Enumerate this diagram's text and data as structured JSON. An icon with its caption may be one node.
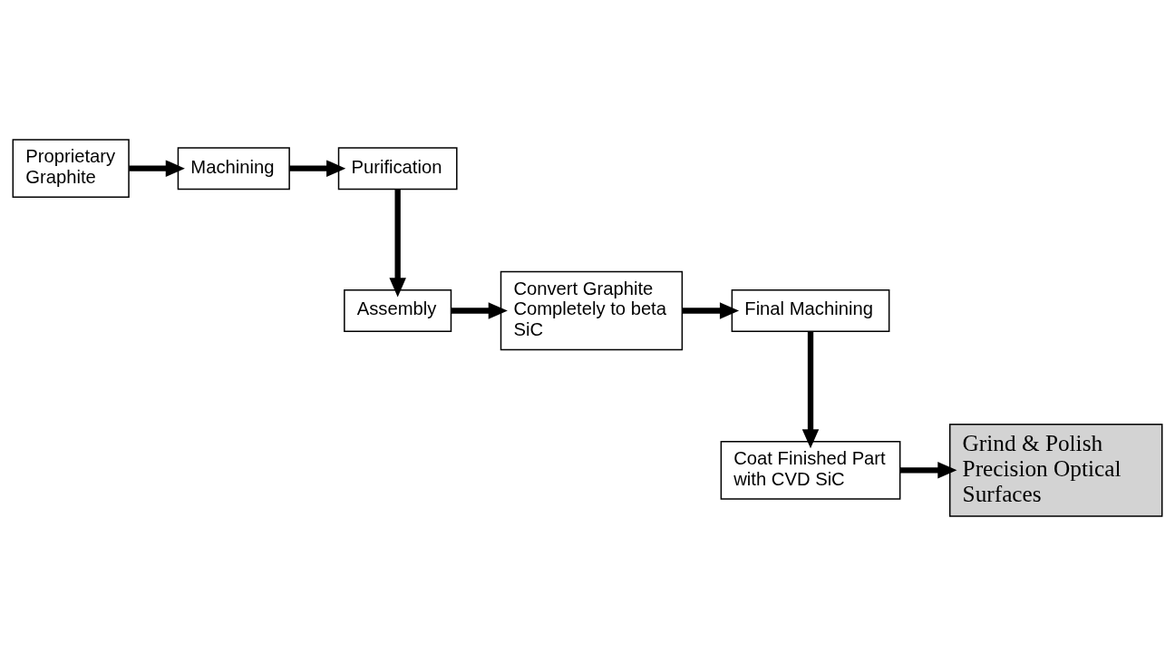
{
  "diagram": {
    "nodes": [
      {
        "text": [
          "Proprietary Graphite"
        ]
      },
      {
        "text": [
          "Machining"
        ]
      },
      {
        "text": [
          "Purification"
        ]
      },
      {
        "text": [
          "Assembly"
        ]
      },
      {
        "text": [
          "Convert Graphite Completely to beta SiC"
        ]
      },
      {
        "text": [
          "Final Machining"
        ]
      },
      {
        "text": [
          "Coat Finished Part with CVD SiC"
        ]
      },
      {
        "text": [
          "Grind & Polish Precision Optical Surfaces"
        ]
      }
    ],
    "edges": [
      {
        "from": 0,
        "to": 1,
        "arrow": "to"
      },
      {
        "from": 1,
        "to": 2,
        "arrow": "to"
      },
      {
        "from": 2,
        "to": 3,
        "arrow": "to"
      },
      {
        "from": 3,
        "to": 4,
        "arrow": "to"
      },
      {
        "from": 4,
        "to": 5,
        "arrow": "to"
      },
      {
        "from": 5,
        "to": 6,
        "arrow": "to"
      },
      {
        "from": 6,
        "to": 7,
        "arrow": "to"
      }
    ]
  }
}
